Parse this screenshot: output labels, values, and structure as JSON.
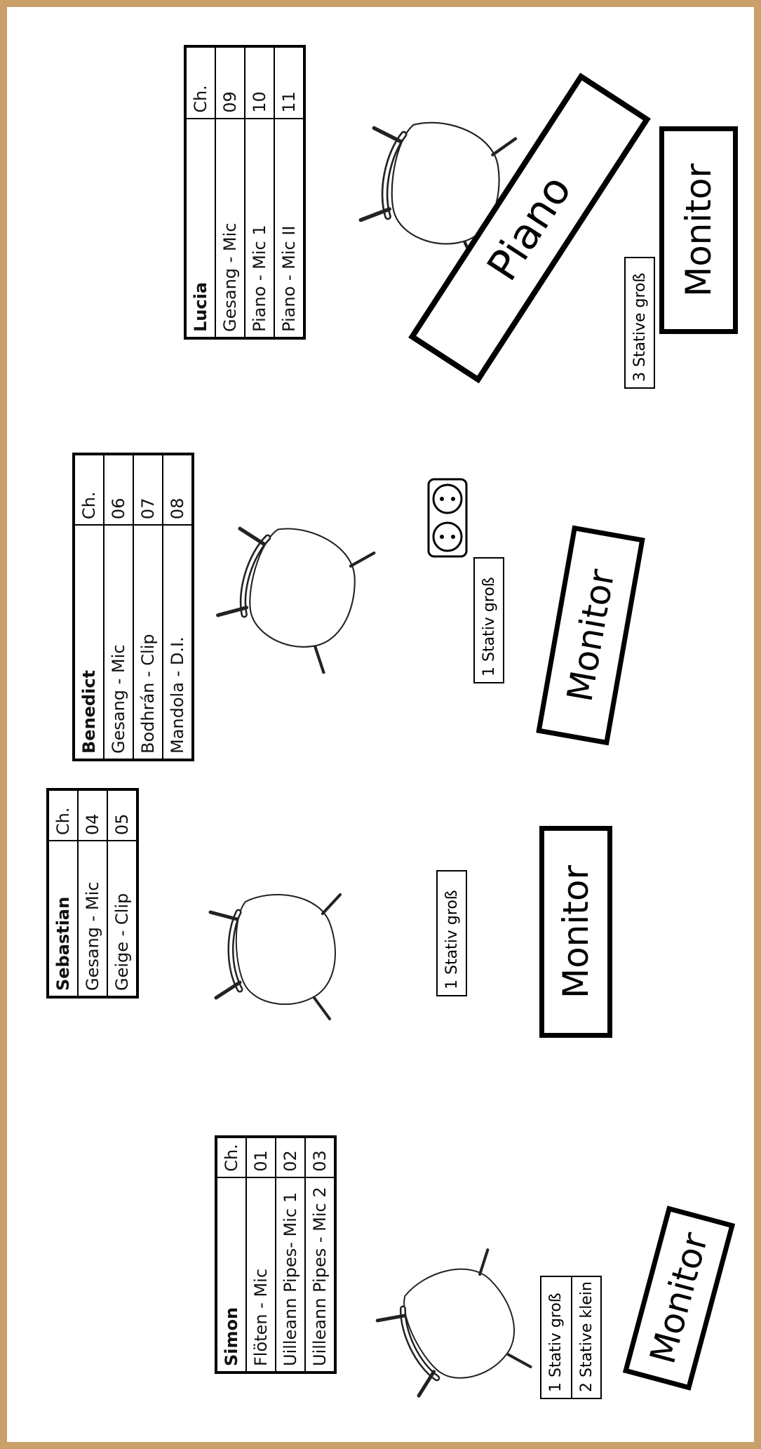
{
  "musicians": [
    {
      "name": "Simon",
      "ch_header": "Ch.",
      "rows": [
        {
          "label": "Flöten - Mic",
          "ch": "01"
        },
        {
          "label": "Uilleann Pipes- Mic 1",
          "ch": "02"
        },
        {
          "label": "Uilleann Pipes - Mic 2",
          "ch": "03"
        }
      ]
    },
    {
      "name": "Sebastian",
      "ch_header": "Ch.",
      "rows": [
        {
          "label": "Gesang - Mic",
          "ch": "04"
        },
        {
          "label": "Geige - Clip",
          "ch": "05"
        }
      ]
    },
    {
      "name": "Benedict",
      "ch_header": "Ch.",
      "rows": [
        {
          "label": "Gesang - Mic",
          "ch": "06"
        },
        {
          "label": "Bodhrán - Clip",
          "ch": "07"
        },
        {
          "label": "Mandola - D.I.",
          "ch": "08"
        }
      ]
    },
    {
      "name": "Lucia",
      "ch_header": "Ch.",
      "rows": [
        {
          "label": "Gesang - Mic",
          "ch": "09"
        },
        {
          "label": "Piano - Mic 1",
          "ch": "10"
        },
        {
          "label": "Piano - Mic II",
          "ch": "11"
        }
      ]
    }
  ],
  "stands": {
    "simon": [
      "1 Stativ groß",
      "2 Stative klein"
    ],
    "sebastian": "1 Stativ groß",
    "benedict": "1 Stativ groß",
    "lucia": "3 Stative groß"
  },
  "monitor_label": "Monitor",
  "piano_label": "Piano",
  "icons": {
    "chair": "chair-icon",
    "outlet": "power-outlet-icon"
  },
  "colors": {
    "frame": "#c9a06a",
    "ink": "#000000"
  }
}
